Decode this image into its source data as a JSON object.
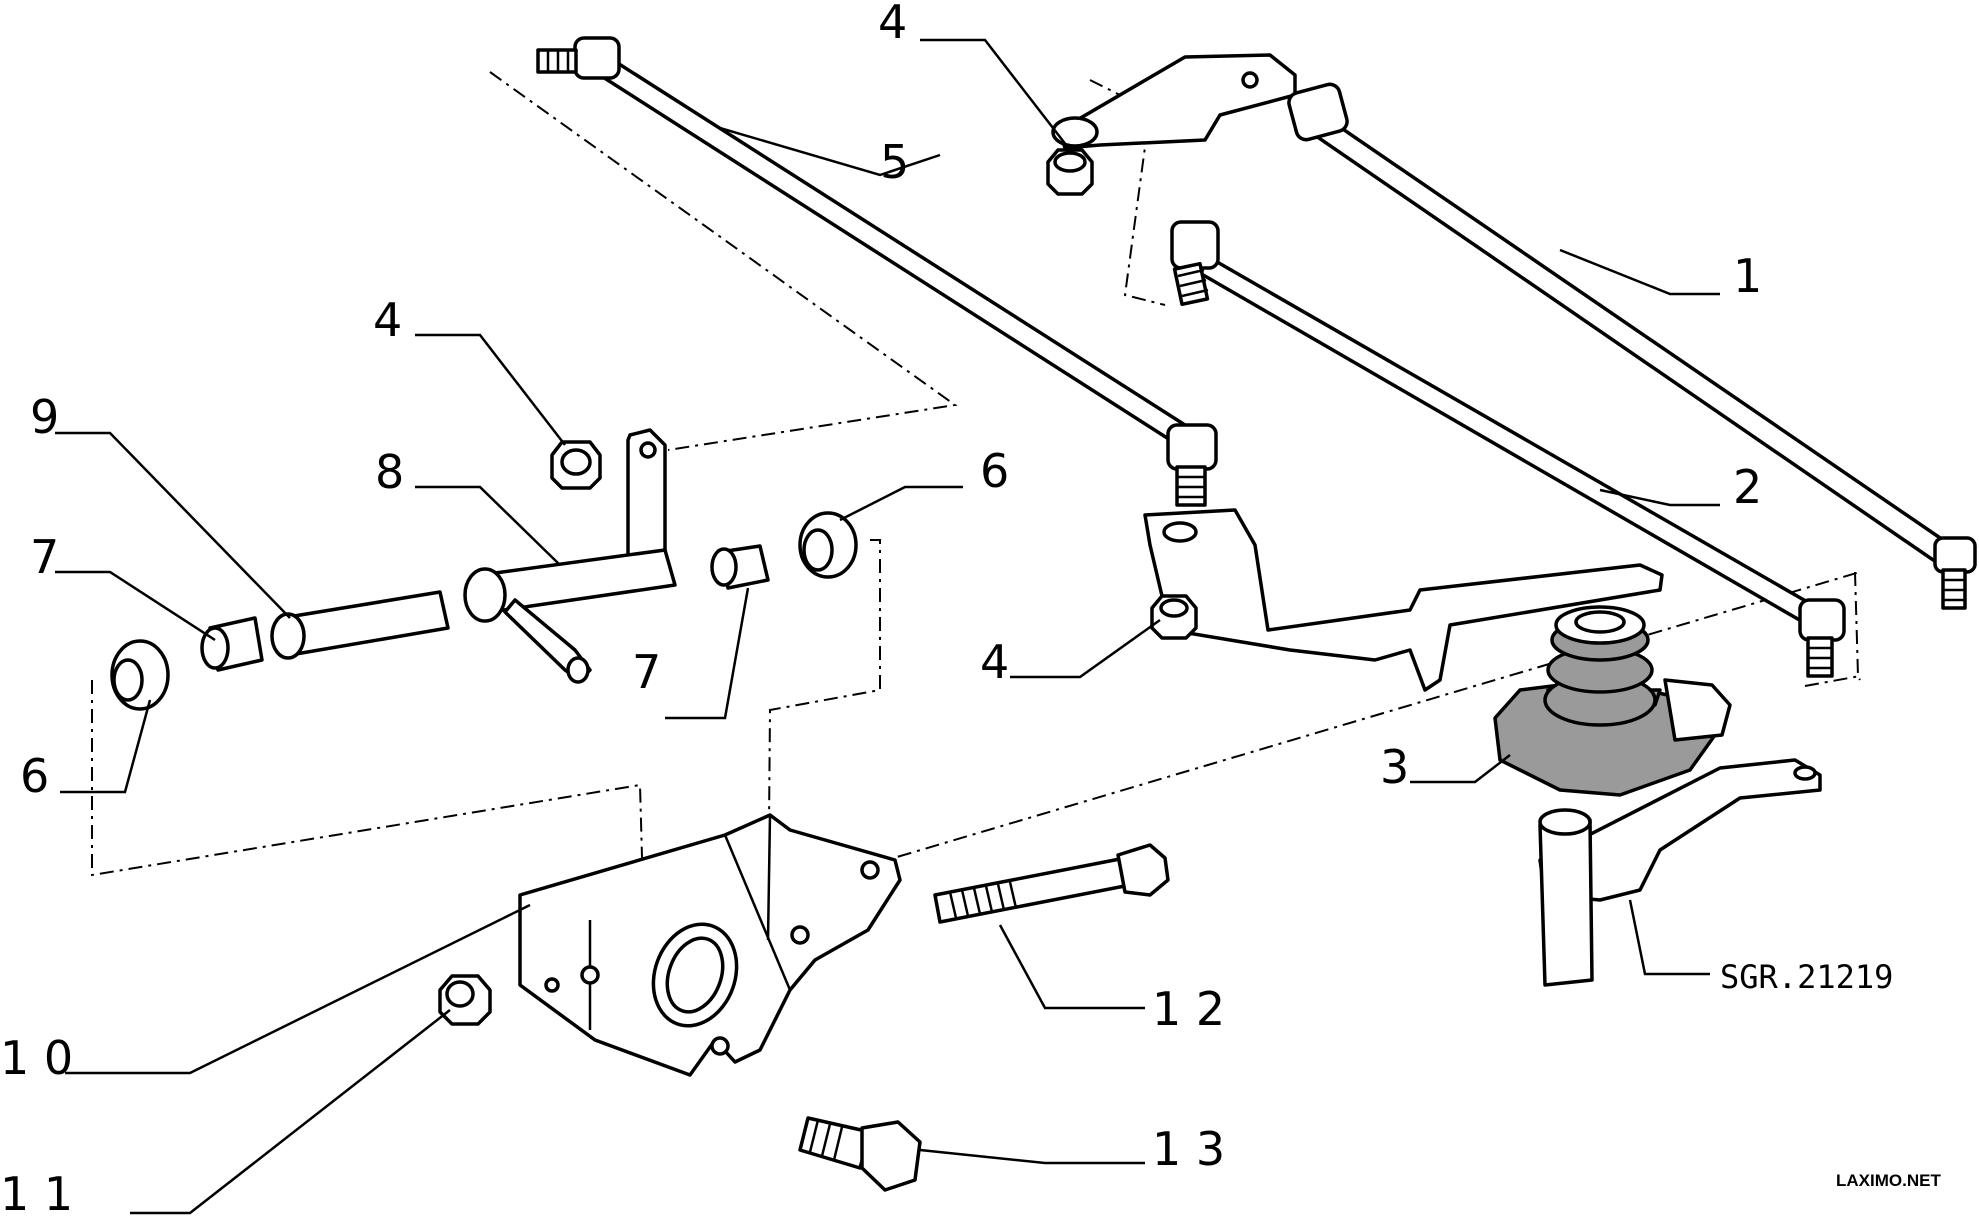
{
  "diagram": {
    "callouts": {
      "c1": "1",
      "c2": "2",
      "c3": "3",
      "c4a": "4",
      "c4b": "4",
      "c4c": "4",
      "c5": "5",
      "c6a": "6",
      "c6b": "6",
      "c7a": "7",
      "c7b": "7",
      "c8": "8",
      "c9": "9",
      "c10": "1 0",
      "c11": "1 1",
      "c12": "1 2",
      "c13": "1 3"
    },
    "reference_code": "SGR.21219",
    "watermark": "LAXIMO.NET"
  }
}
